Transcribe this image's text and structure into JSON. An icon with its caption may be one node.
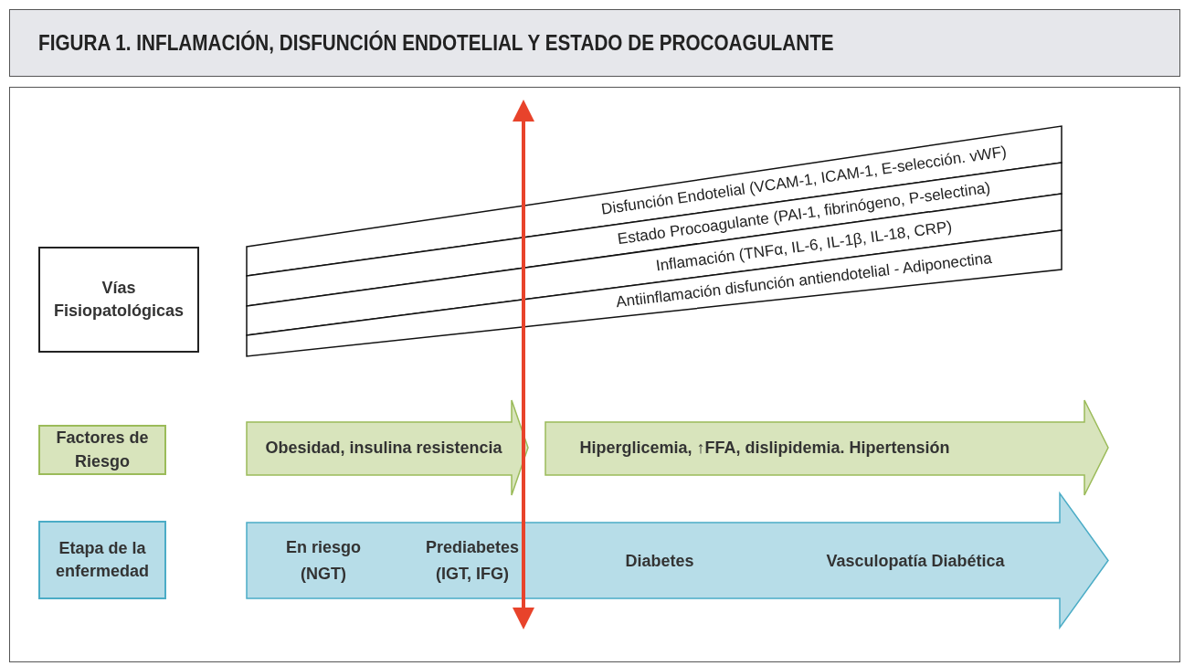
{
  "diagram": {
    "title": "FIGURA 1. INFLAMACIÓN, DISFUNCIÓN ENDOTELIAL Y ESTADO DE PROCOAGULANTE",
    "nodes": [
      {
        "text": [
          "Vías Fisiopatológicas"
        ]
      },
      {
        "text": [
          "Disfunción Endotelial (VCAM-1, ICAM-1, E-selección. vWF)"
        ]
      },
      {
        "text": [
          "Estado Procoagulante (PAI-1, fibrinógeno, P-selectina)"
        ]
      },
      {
        "text": [
          "Inflamación (TNFα, IL-6, IL-1β, IL-18, CRP)"
        ]
      },
      {
        "text": [
          "Antiinflamación disfunción antiendotelial - Adiponectina"
        ]
      },
      {
        "text": [
          "Factores de Riesgo"
        ]
      },
      {
        "text": [
          "Obesidad, insulina resistencia"
        ]
      },
      {
        "text": [
          "Hiperglicemia, ↑FFA, dislipidemia. Hipertensión"
        ]
      },
      {
        "text": [
          "Etapa de la enfermedad"
        ]
      },
      {
        "text": [
          "En riesgo (NGT)",
          "Prediabetes (IGT, IFG)",
          "Diabetes",
          "Vasculopatía Diabética"
        ]
      }
    ],
    "edges": []
  }
}
